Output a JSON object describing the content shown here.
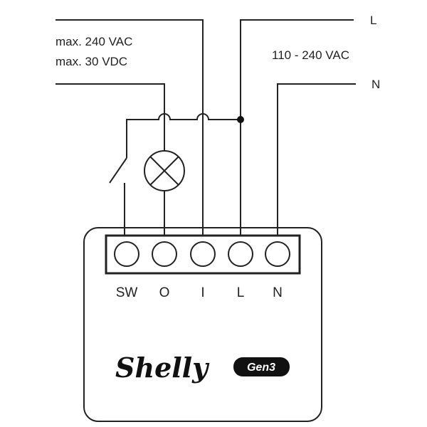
{
  "supply": {
    "line_label": "L",
    "neutral_label": "N",
    "voltage": "110 - 240 VAC"
  },
  "load_rating": {
    "ac": "max. 240 VAC",
    "dc": "max. 30 VDC"
  },
  "device": {
    "brand": "Shelly",
    "generation": "Gen3",
    "terminals": [
      "SW",
      "O",
      "I",
      "L",
      "N"
    ]
  }
}
